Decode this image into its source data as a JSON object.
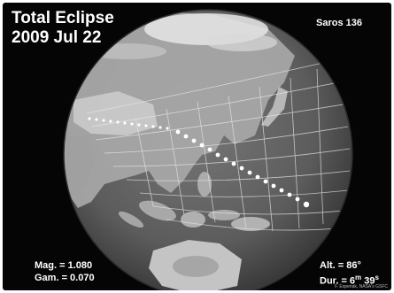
{
  "title_line1": "Total Eclipse",
  "title_line2": "2009 Jul 22",
  "saros": "Saros 136",
  "magnitude": "Mag. = 1.080",
  "gamma": "Gam. = 0.070",
  "altitude": "Alt. = 86°",
  "duration_prefix": "Dur. = 6",
  "duration_min_unit": "m",
  "duration_sec": " 39",
  "duration_sec_unit": "s",
  "credit": "F. Espenak, NASA's GSFC",
  "colors": {
    "background": "#050505",
    "ocean": "#5c5c5c",
    "land": "#b4b4b4",
    "text": "#ffffff"
  }
}
